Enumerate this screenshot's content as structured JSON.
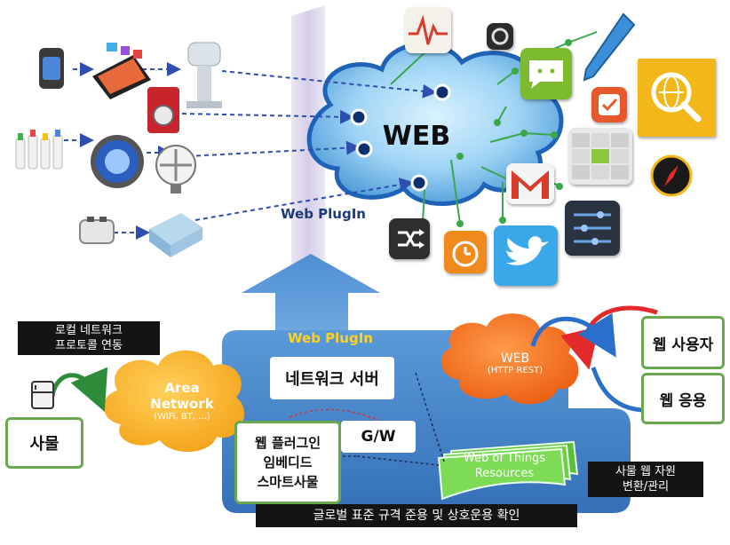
{
  "top": {
    "cloud_label": "WEB",
    "plugin_label": "Web PlugIn"
  },
  "bottom": {
    "plugin_title": "Web PlugIn",
    "area_network": {
      "line1": "Area",
      "line2": "Network",
      "line3": "(WiFi, BT, ...)"
    },
    "web_cloud": {
      "line1": "WEB",
      "line2": "(HTTP REST)"
    },
    "local_network_caption": {
      "line1": "로컬 네트워크",
      "line2": "프로토콜 연동"
    },
    "thing_box": "사물",
    "network_server": "네트워크 서버",
    "gateway": "G/W",
    "embedded": {
      "line1": "웹 플러그인",
      "line2": "임베디드",
      "line3": "스마트사물"
    },
    "wot_resources": {
      "line1": "Web of Things",
      "line2": "Resources"
    },
    "web_user": "웹 사용자",
    "web_app": "웹 응용",
    "thing_resource_caption": {
      "line1": "사물 웹 자원",
      "line2": "변환/관리"
    },
    "global_caption": "글로벌 표준 규격 준용 및 상호운용 확인"
  },
  "colors": {
    "cloud_blue": "#3f8fd8",
    "plate_blue": "#3d7fc6",
    "orange": "#f39a1c",
    "green": "#6aa84f",
    "red_arrow": "#e32b2b"
  }
}
